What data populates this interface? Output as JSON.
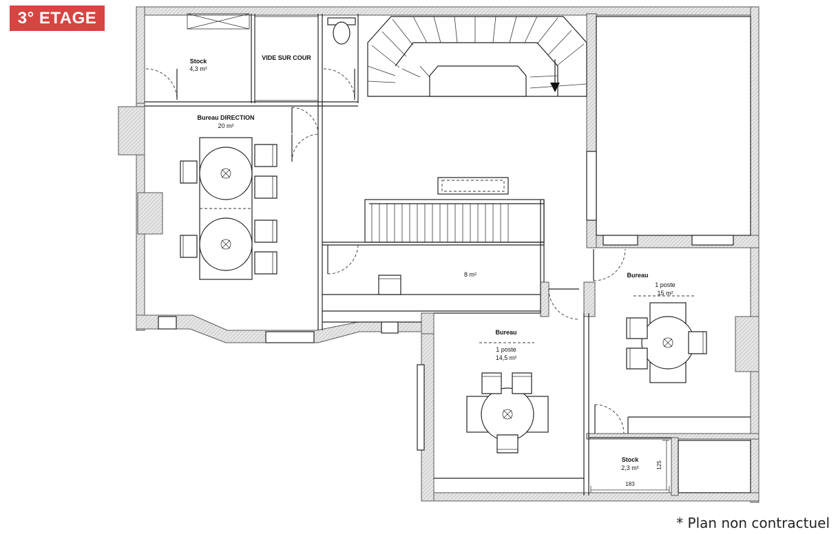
{
  "floor_label": "3° ETAGE",
  "disclaimer": "* Plan non contractuel",
  "colors": {
    "badge": "#d64541",
    "wall_hatch": "#cfcfcf",
    "line": "#222222"
  },
  "rooms": {
    "stock_top": {
      "name": "Stock",
      "area": "4,3 m²"
    },
    "vide_cour": {
      "name": "VIDE SUR COUR"
    },
    "bureau_direction": {
      "name": "Bureau DIRECTION",
      "area": "20 m²"
    },
    "small_room": {
      "area": "8 m²"
    },
    "bureau_center": {
      "name": "Bureau",
      "posts": "1 poste",
      "area": "14,5 m²"
    },
    "bureau_right": {
      "name": "Bureau",
      "posts": "1 poste",
      "area": "15 m²"
    },
    "stock_bottom": {
      "name": "Stock",
      "area": "2,3 m²"
    }
  },
  "dimensions": {
    "width": "183",
    "height": "125"
  }
}
